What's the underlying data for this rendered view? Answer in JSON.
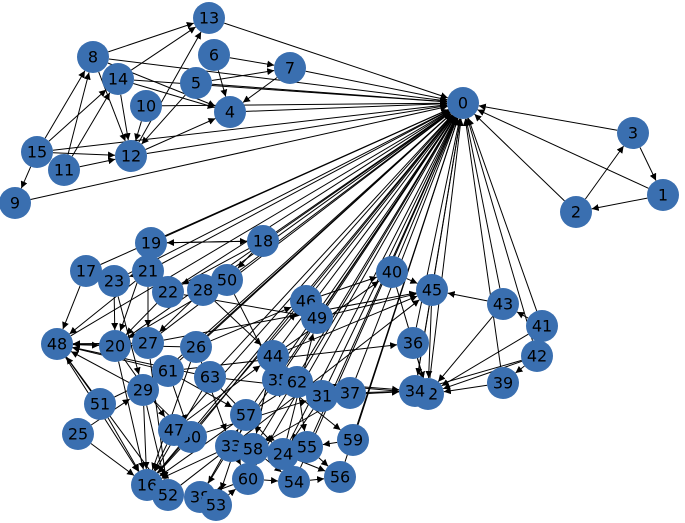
{
  "graph": {
    "type": "directed-network",
    "colors": {
      "node_fill": "#3a6fb0",
      "edge": "#000000",
      "label": "#000000",
      "background": "#ffffff"
    },
    "nodes": [
      "0",
      "1",
      "2",
      "3",
      "4",
      "5",
      "6",
      "7",
      "8",
      "9",
      "10",
      "11",
      "12",
      "13",
      "14",
      "15",
      "16",
      "17",
      "18",
      "19",
      "20",
      "21",
      "22",
      "23",
      "24",
      "25",
      "26",
      "27",
      "28",
      "29",
      "30",
      "31",
      "32",
      "33",
      "34",
      "35",
      "36",
      "37",
      "38",
      "39",
      "40",
      "41",
      "42",
      "43",
      "44",
      "45",
      "46",
      "47",
      "48",
      "49",
      "50",
      "51",
      "52",
      "53",
      "54",
      "55",
      "56",
      "57",
      "58",
      "59",
      "60",
      "61",
      "62",
      "63"
    ],
    "edges": [
      [
        "1",
        "2"
      ],
      [
        "2",
        "3"
      ],
      [
        "3",
        "1"
      ],
      [
        "1",
        "0"
      ],
      [
        "2",
        "0"
      ],
      [
        "3",
        "0"
      ],
      [
        "41",
        "0"
      ],
      [
        "42",
        "0"
      ],
      [
        "43",
        "0"
      ],
      [
        "13",
        "0"
      ],
      [
        "7",
        "0"
      ],
      [
        "8",
        "0"
      ],
      [
        "5",
        "0"
      ],
      [
        "10",
        "0"
      ],
      [
        "12",
        "0"
      ],
      [
        "9",
        "0"
      ],
      [
        "15",
        "0"
      ],
      [
        "4",
        "0"
      ],
      [
        "14",
        "0"
      ],
      [
        "6",
        "7"
      ],
      [
        "6",
        "4"
      ],
      [
        "7",
        "4"
      ],
      [
        "5",
        "7"
      ],
      [
        "8",
        "12"
      ],
      [
        "14",
        "12"
      ],
      [
        "15",
        "14"
      ],
      [
        "15",
        "8"
      ],
      [
        "11",
        "8"
      ],
      [
        "11",
        "12"
      ],
      [
        "15",
        "9"
      ],
      [
        "12",
        "13"
      ],
      [
        "14",
        "13"
      ],
      [
        "8",
        "13"
      ],
      [
        "5",
        "12"
      ],
      [
        "14",
        "4"
      ],
      [
        "10",
        "12"
      ],
      [
        "12",
        "4"
      ],
      [
        "15",
        "12"
      ],
      [
        "11",
        "14"
      ],
      [
        "8",
        "4"
      ],
      [
        "18",
        "0"
      ],
      [
        "19",
        "0"
      ],
      [
        "21",
        "0"
      ],
      [
        "22",
        "0"
      ],
      [
        "28",
        "0"
      ],
      [
        "50",
        "0"
      ],
      [
        "46",
        "0"
      ],
      [
        "49",
        "0"
      ],
      [
        "40",
        "0"
      ],
      [
        "45",
        "0"
      ],
      [
        "36",
        "0"
      ],
      [
        "34",
        "0"
      ],
      [
        "32",
        "0"
      ],
      [
        "39",
        "0"
      ],
      [
        "44",
        "0"
      ],
      [
        "35",
        "0"
      ],
      [
        "62",
        "0"
      ],
      [
        "31",
        "0"
      ],
      [
        "37",
        "0"
      ],
      [
        "63",
        "0"
      ],
      [
        "61",
        "0"
      ],
      [
        "26",
        "0"
      ],
      [
        "27",
        "0"
      ],
      [
        "20",
        "0"
      ],
      [
        "48",
        "0"
      ],
      [
        "29",
        "0"
      ],
      [
        "57",
        "0"
      ],
      [
        "33",
        "0"
      ],
      [
        "58",
        "0"
      ],
      [
        "24",
        "0"
      ],
      [
        "55",
        "0"
      ],
      [
        "59",
        "0"
      ],
      [
        "30",
        "0"
      ],
      [
        "47",
        "0"
      ],
      [
        "23",
        "0"
      ],
      [
        "17",
        "0"
      ],
      [
        "60",
        "0"
      ],
      [
        "54",
        "0"
      ],
      [
        "56",
        "0"
      ],
      [
        "16",
        "0"
      ],
      [
        "18",
        "19"
      ],
      [
        "19",
        "18"
      ],
      [
        "17",
        "48"
      ],
      [
        "23",
        "20"
      ],
      [
        "21",
        "48"
      ],
      [
        "19",
        "20"
      ],
      [
        "48",
        "20"
      ],
      [
        "51",
        "48"
      ],
      [
        "25",
        "16"
      ],
      [
        "51",
        "16"
      ],
      [
        "29",
        "48"
      ],
      [
        "27",
        "48"
      ],
      [
        "61",
        "48"
      ],
      [
        "26",
        "48"
      ],
      [
        "63",
        "48"
      ],
      [
        "20",
        "16"
      ],
      [
        "48",
        "16"
      ],
      [
        "48",
        "52"
      ],
      [
        "29",
        "16"
      ],
      [
        "47",
        "16"
      ],
      [
        "30",
        "16"
      ],
      [
        "16",
        "52"
      ],
      [
        "52",
        "38"
      ],
      [
        "38",
        "53"
      ],
      [
        "53",
        "60"
      ],
      [
        "60",
        "54"
      ],
      [
        "54",
        "56"
      ],
      [
        "55",
        "56"
      ],
      [
        "24",
        "56"
      ],
      [
        "58",
        "54"
      ],
      [
        "57",
        "53"
      ],
      [
        "33",
        "38"
      ],
      [
        "59",
        "55"
      ],
      [
        "55",
        "24"
      ],
      [
        "24",
        "58"
      ],
      [
        "58",
        "33"
      ],
      [
        "33",
        "60"
      ],
      [
        "60",
        "38"
      ],
      [
        "45",
        "32"
      ],
      [
        "45",
        "34"
      ],
      [
        "43",
        "45"
      ],
      [
        "41",
        "43"
      ],
      [
        "42",
        "39"
      ],
      [
        "39",
        "32"
      ],
      [
        "34",
        "32"
      ],
      [
        "40",
        "32"
      ],
      [
        "36",
        "32"
      ],
      [
        "43",
        "32"
      ],
      [
        "42",
        "32"
      ],
      [
        "31",
        "34"
      ],
      [
        "37",
        "34"
      ],
      [
        "62",
        "32"
      ],
      [
        "35",
        "34"
      ],
      [
        "44",
        "40"
      ],
      [
        "49",
        "45"
      ],
      [
        "46",
        "40"
      ],
      [
        "50",
        "35"
      ],
      [
        "28",
        "44"
      ],
      [
        "22",
        "49"
      ],
      [
        "26",
        "46"
      ],
      [
        "27",
        "45"
      ],
      [
        "61",
        "36"
      ],
      [
        "63",
        "37"
      ],
      [
        "47",
        "44"
      ],
      [
        "30",
        "31"
      ],
      [
        "57",
        "62"
      ],
      [
        "58",
        "44"
      ],
      [
        "24",
        "49"
      ],
      [
        "16",
        "46"
      ],
      [
        "52",
        "45"
      ],
      [
        "38",
        "57"
      ],
      [
        "21",
        "27"
      ],
      [
        "22",
        "20"
      ],
      [
        "28",
        "27"
      ],
      [
        "50",
        "20"
      ],
      [
        "61",
        "57"
      ],
      [
        "63",
        "24"
      ],
      [
        "29",
        "30"
      ],
      [
        "26",
        "33"
      ],
      [
        "44",
        "58"
      ],
      [
        "35",
        "59"
      ],
      [
        "62",
        "55"
      ],
      [
        "31",
        "24"
      ],
      [
        "37",
        "58"
      ],
      [
        "51",
        "61"
      ],
      [
        "25",
        "29"
      ],
      [
        "23",
        "29"
      ],
      [
        "17",
        "23"
      ],
      [
        "21",
        "23"
      ],
      [
        "19",
        "21"
      ],
      [
        "18",
        "22"
      ],
      [
        "18",
        "50"
      ],
      [
        "20",
        "47"
      ],
      [
        "27",
        "52"
      ],
      [
        "26",
        "16"
      ],
      [
        "61",
        "30"
      ],
      [
        "63",
        "16"
      ],
      [
        "29",
        "52"
      ],
      [
        "57",
        "16"
      ],
      [
        "33",
        "16"
      ],
      [
        "46",
        "49"
      ],
      [
        "44",
        "45"
      ],
      [
        "42",
        "34"
      ],
      [
        "41",
        "32"
      ],
      [
        "40",
        "45"
      ]
    ]
  }
}
